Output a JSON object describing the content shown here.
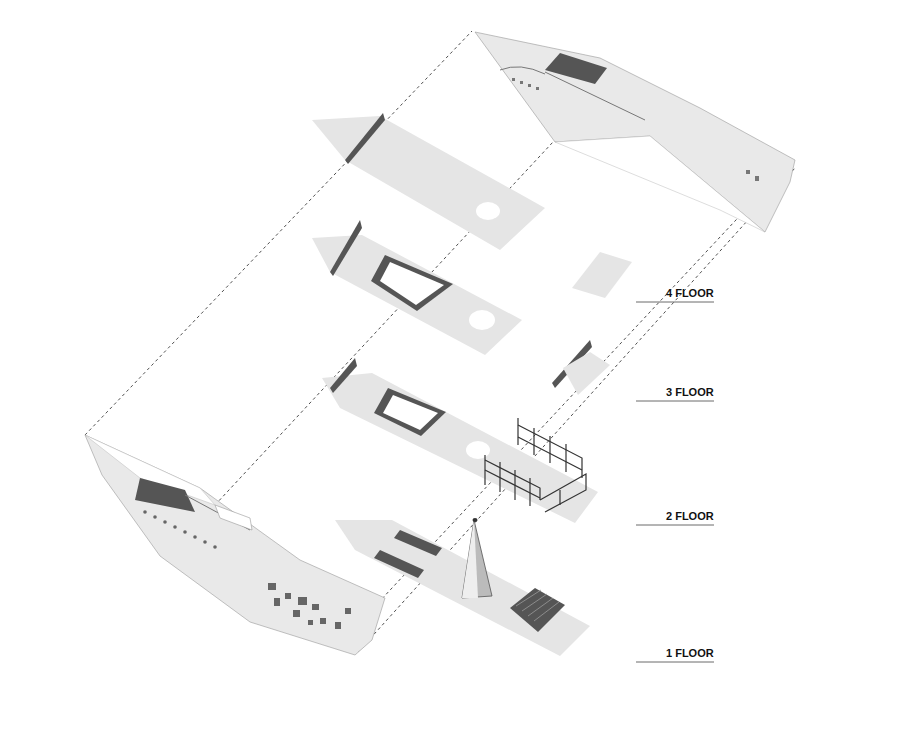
{
  "diagram": {
    "labels": [
      "4 FLOOR",
      "3 FLOOR",
      "2 FLOOR",
      "1 FLOOR"
    ]
  }
}
